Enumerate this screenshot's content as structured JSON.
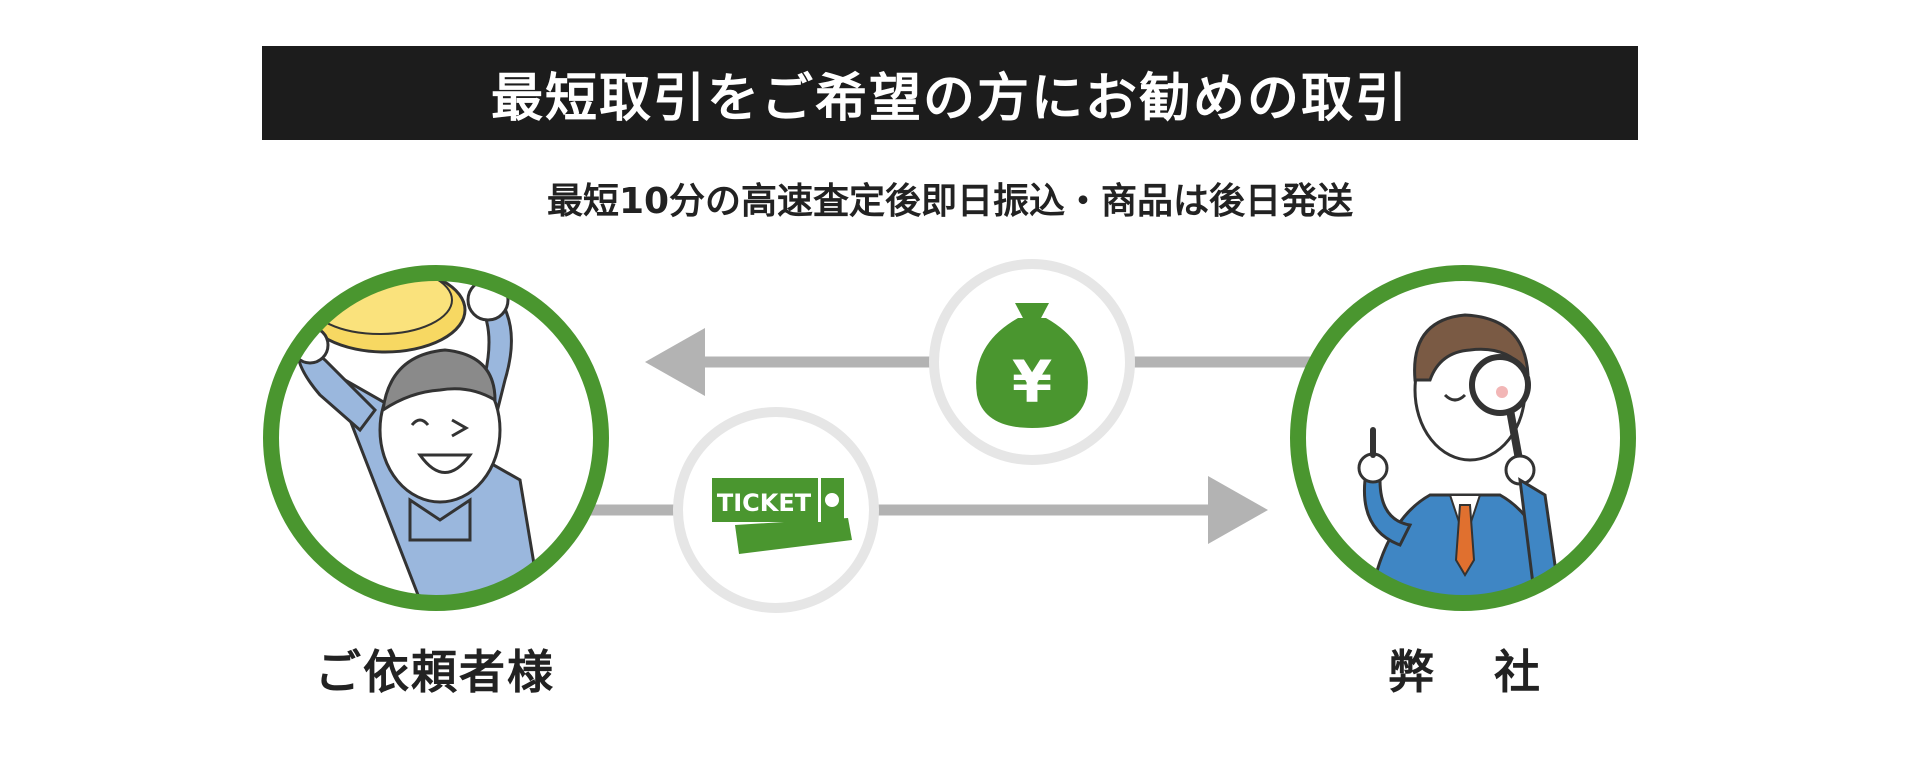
{
  "banner": {
    "title": "最短取引をご希望の方にお勧めの取引"
  },
  "subtitle": "最短10分の高速査定後即日振込・商品は後日発送",
  "parties": {
    "client_label": "ご依頼者様",
    "company_label": "弊 社"
  },
  "flows": {
    "money_symbol": "¥",
    "ticket_text": "TICKET"
  },
  "colors": {
    "banner_bg": "#1c1c1c",
    "accent_green": "#4a962f",
    "arrow_gray": "#b3b3b3",
    "badge_ring": "#e6e6e6",
    "coin_yellow": "#f7d862",
    "shirt_blue": "#9ab7dd",
    "suit_blue": "#3f86c4",
    "hair_brown": "#7a5a44",
    "tie_orange": "#e0702f"
  },
  "icons": {
    "money": "money-bag-icon",
    "ticket": "ticket-icon",
    "client": "happy-man-illustration",
    "company": "magnifier-man-illustration"
  }
}
